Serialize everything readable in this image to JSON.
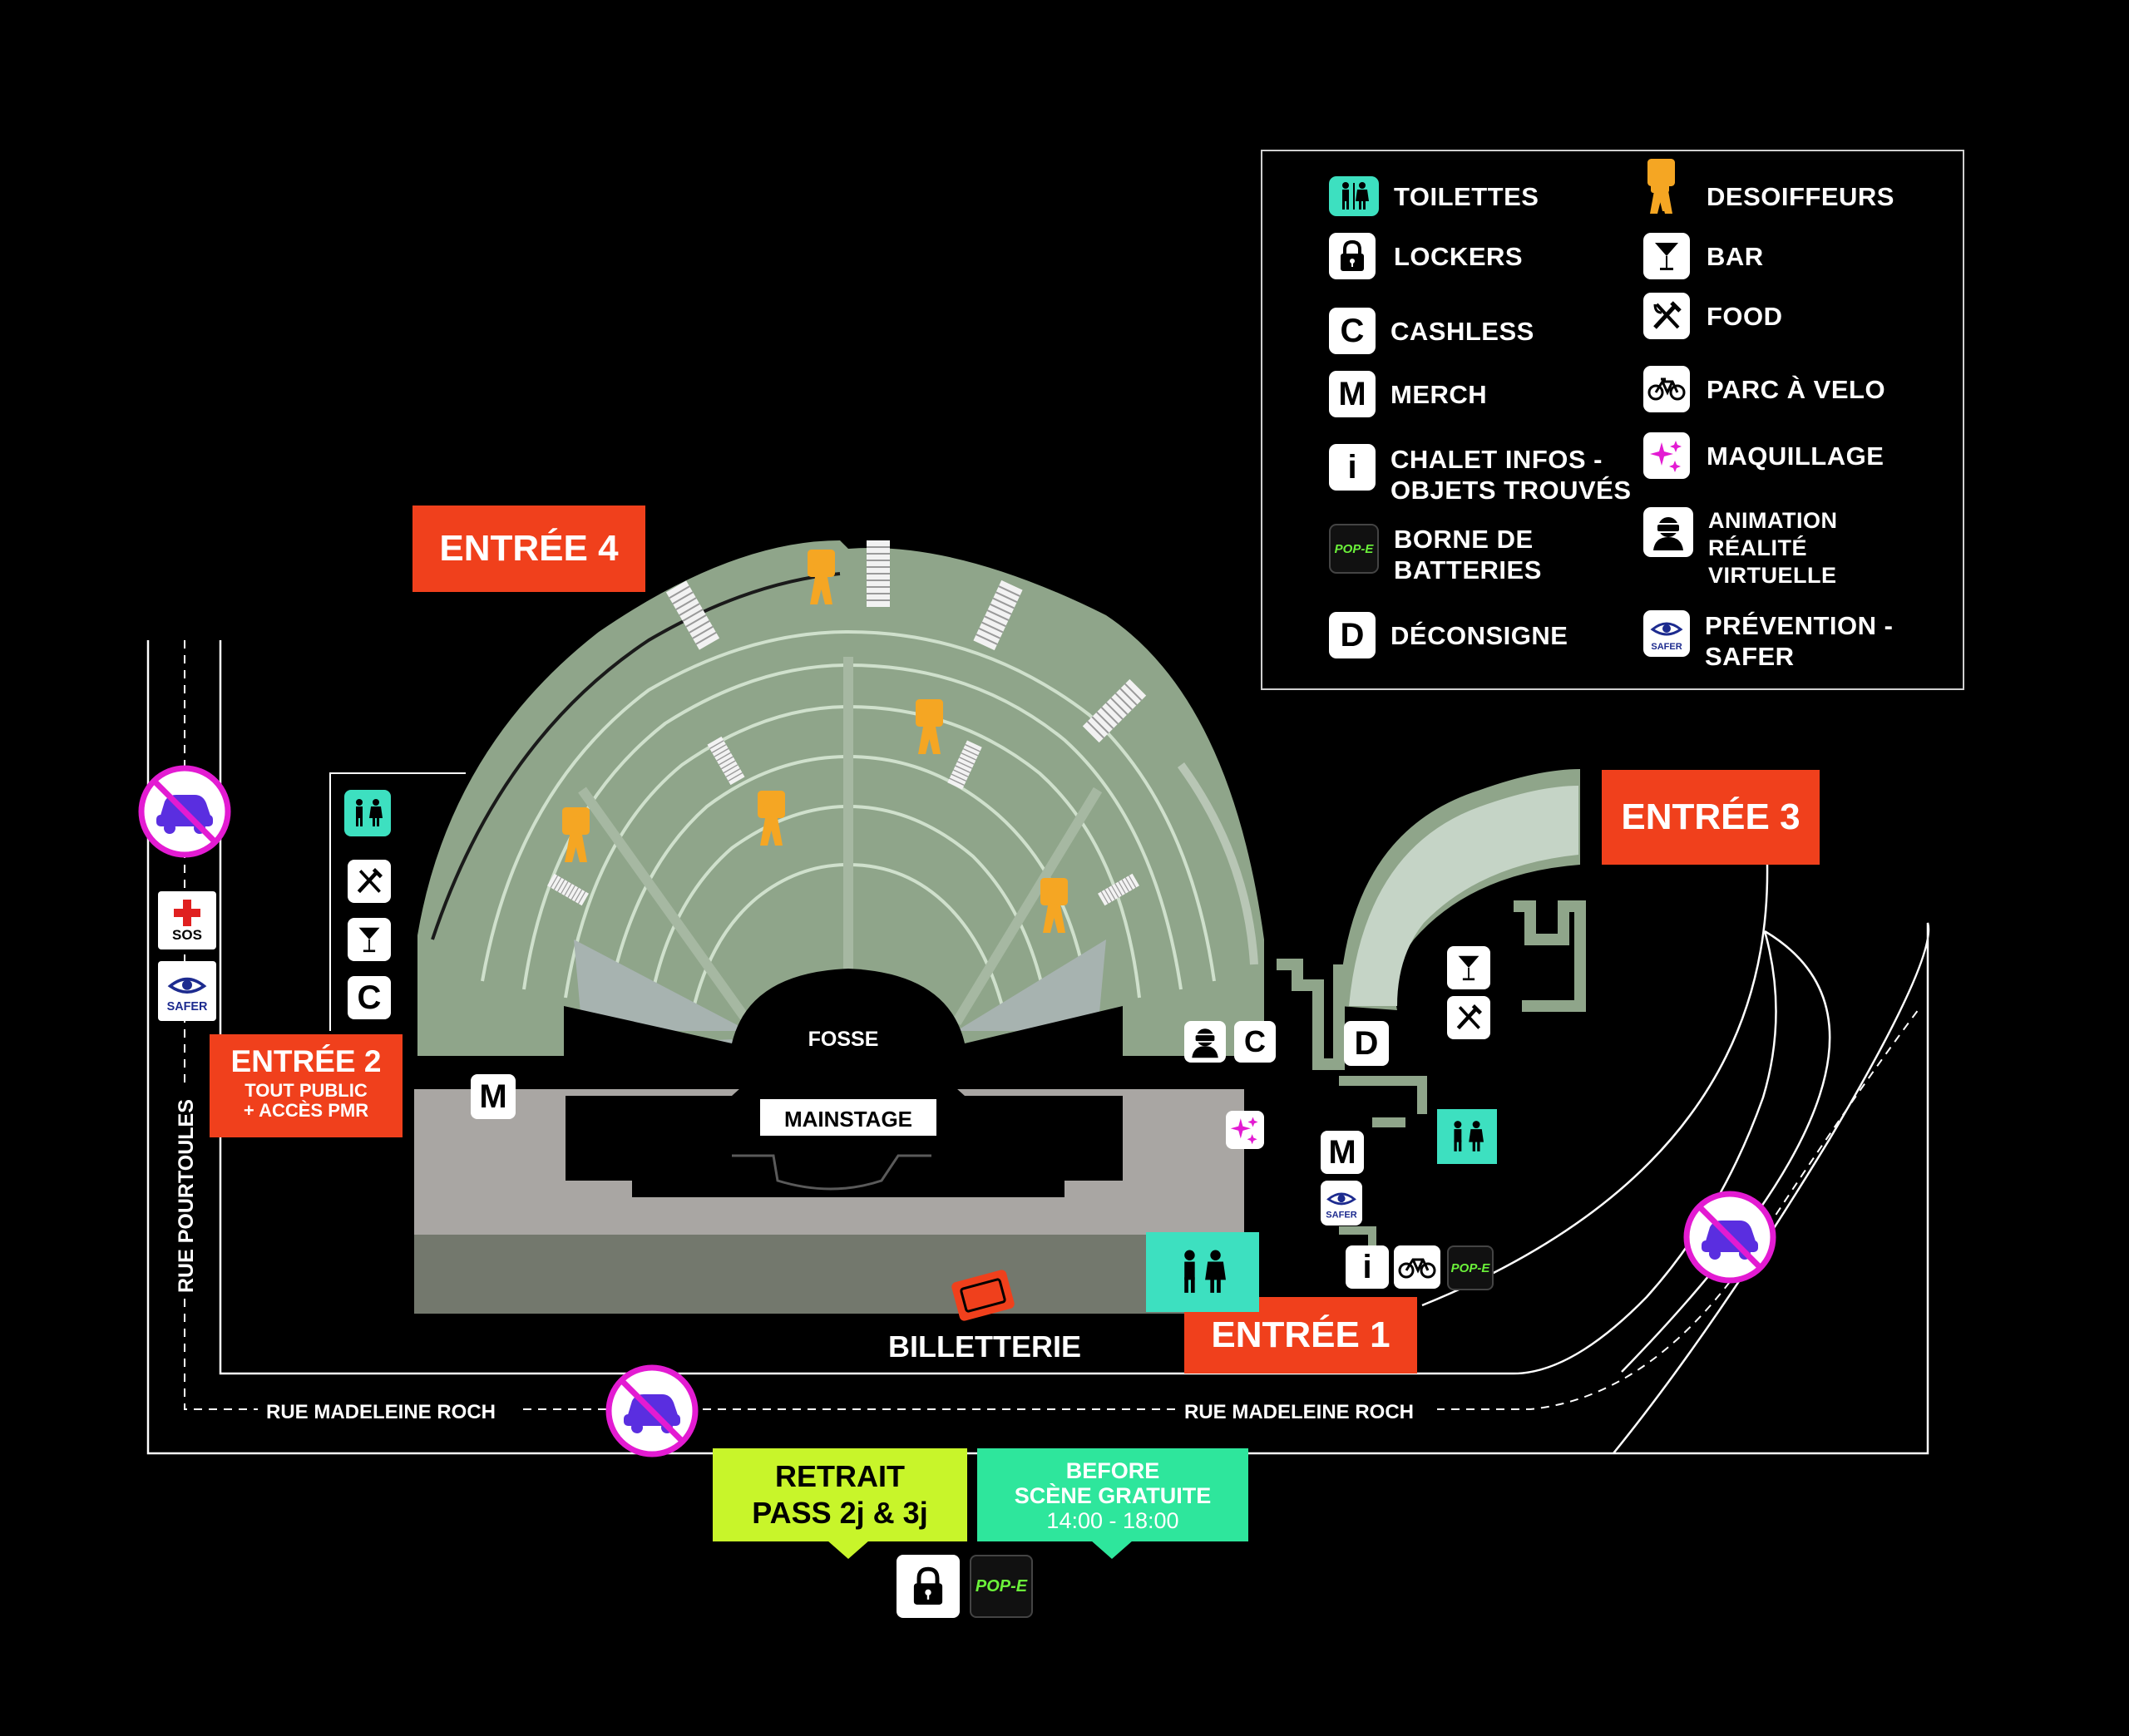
{
  "legend": {
    "items": [
      {
        "id": "toilettes",
        "icon": "toilets-icon",
        "label": "TOILETTES"
      },
      {
        "id": "lockers",
        "icon": "lock-icon",
        "label": "LOCKERS"
      },
      {
        "id": "cashless",
        "icon": "letter-c-icon",
        "letter": "C",
        "label": "CASHLESS"
      },
      {
        "id": "merch",
        "icon": "letter-m-icon",
        "letter": "M",
        "label": "MERCH"
      },
      {
        "id": "infos",
        "icon": "letter-i-icon",
        "letter": "i",
        "label": "CHALET INFOS -\nOBJETS TROUVÉS"
      },
      {
        "id": "batteries",
        "icon": "pop-e-icon",
        "logo": "POP-E",
        "label": "BORNE DE\nBATTERIES"
      },
      {
        "id": "deconsigne",
        "icon": "letter-d-icon",
        "letter": "D",
        "label": "DÉCONSIGNE"
      },
      {
        "id": "desoiffeurs",
        "icon": "desoiffeur-icon",
        "label": "DESOIFFEURS"
      },
      {
        "id": "bar",
        "icon": "cocktail-icon",
        "label": "BAR"
      },
      {
        "id": "food",
        "icon": "fork-knife-icon",
        "label": "FOOD"
      },
      {
        "id": "velo",
        "icon": "bicycle-icon",
        "label": "PARC À VELO"
      },
      {
        "id": "maquillage",
        "icon": "sparkles-icon",
        "label": "MAQUILLAGE"
      },
      {
        "id": "vr",
        "icon": "vr-headset-icon",
        "label": "ANIMATION\nRÉALITÉ\nVIRTUELLE"
      },
      {
        "id": "safer",
        "icon": "safer-eye-icon",
        "logo": "SAFER",
        "label": "PRÉVENTION -\nSAFER"
      }
    ]
  },
  "entrances": {
    "e4": "ENTRÉE 4",
    "e3": "ENTRÉE 3",
    "e2": "ENTRÉE 2",
    "e2_sub": "TOUT PUBLIC\n+ ACCÈS PMR",
    "e1": "ENTRÉE 1"
  },
  "venue": {
    "fosse": "FOSSE",
    "mainstage": "MAINSTAGE",
    "billetterie": "BILLETTERIE"
  },
  "streets": {
    "pourtoules": "RUE POURTOULES",
    "madeleine_left": "RUE MADELEINE ROCH",
    "madeleine_right": "RUE MADELEINE ROCH"
  },
  "sos": {
    "label": "SOS"
  },
  "retrait": {
    "line1": "RETRAIT",
    "line2": "PASS 2j & 3j"
  },
  "before": {
    "line1": "BEFORE",
    "line2": "SCÈNE GRATUITE",
    "time": "14:00 - 18:00"
  },
  "letters": {
    "c": "C",
    "m": "M",
    "d": "D",
    "i": "i"
  },
  "logos": {
    "pop_e": "POP-E",
    "safer": "SAFER"
  },
  "colors": {
    "background": "#000000",
    "entrance": "#f0401c",
    "toilets": "#3de0c0",
    "desoiffeur": "#f5a623",
    "stands": "#8fa58a",
    "stage_floor": "#a9a6a3",
    "retrait": "#c8f52a",
    "before": "#2ee69c",
    "no_car": "#e31bd2",
    "car": "#5a2ee0"
  }
}
